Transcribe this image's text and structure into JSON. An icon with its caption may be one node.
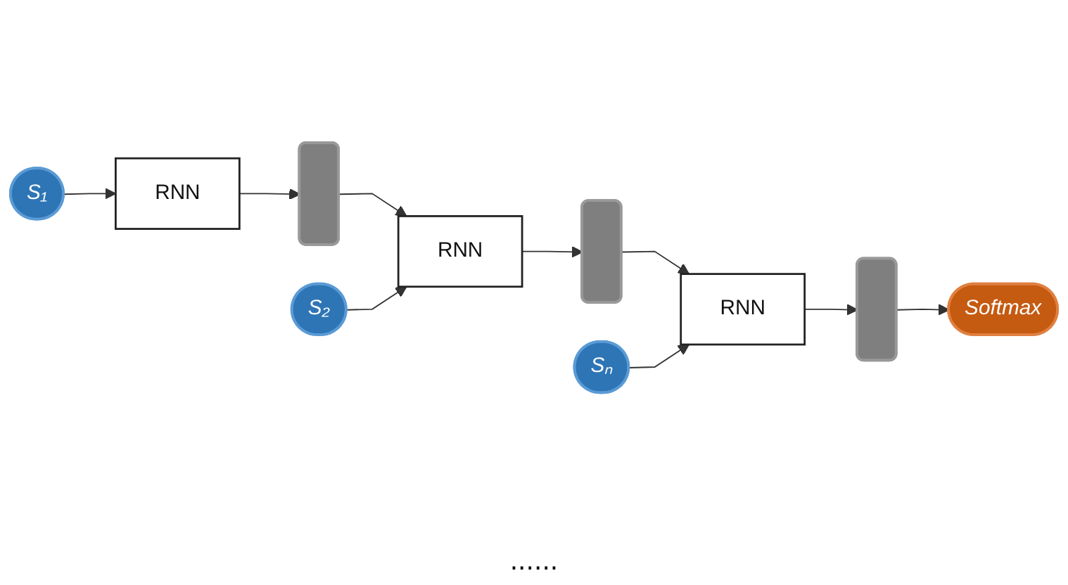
{
  "diagram": {
    "nodes": [
      {
        "text": [
          "RNN"
        ]
      },
      {
        "text": [],
        "shape": "bar"
      },
      {
        "text": [
          "RNN"
        ]
      },
      {
        "text": [],
        "shape": "bar"
      },
      {
        "text": [
          "RNN"
        ]
      },
      {
        "text": [],
        "shape": "bar"
      },
      {
        "text": [
          "Softmax"
        ]
      },
      {
        "text": [
          "S₁"
        ]
      },
      {
        "text": [
          "S₂"
        ]
      },
      {
        "text": [
          "Sₙ"
        ]
      }
    ],
    "edges": [
      {
        "from": 7,
        "to": 0,
        "arrow": "to"
      },
      {
        "from": 0,
        "to": 1,
        "arrow": "to"
      },
      {
        "from": 1,
        "to": 2,
        "arrow": "to"
      },
      {
        "from": 8,
        "to": 2,
        "arrow": "to"
      },
      {
        "from": 2,
        "to": 3,
        "arrow": "to"
      },
      {
        "from": 3,
        "to": 4,
        "arrow": "to"
      },
      {
        "from": 9,
        "to": 4,
        "arrow": "to"
      },
      {
        "from": 4,
        "to": 5,
        "arrow": "to"
      },
      {
        "from": 5,
        "to": 6,
        "arrow": "to"
      }
    ],
    "labels": [
      "......"
    ]
  }
}
